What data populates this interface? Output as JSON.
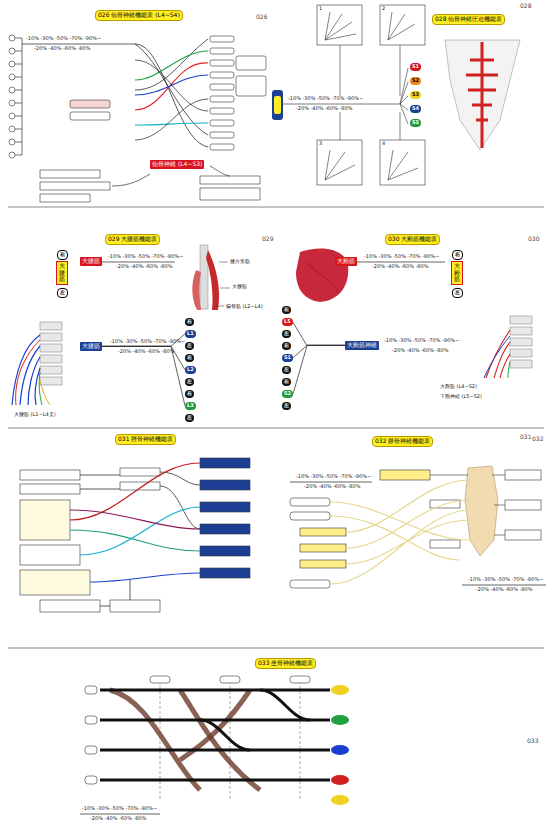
{
  "diagram": {
    "nodes": [
      {
        "text": [
          "026 仙骨神経機能表 (L4~S4)"
        ]
      },
      {
        "text": [
          "仙骨神経 (L4~S3)"
        ]
      },
      {
        "text": [
          "028 仙骨神経圧迫機能表"
        ]
      },
      {
        "text": [
          "S1"
        ]
      },
      {
        "text": [
          "S2"
        ]
      },
      {
        "text": [
          "S3"
        ]
      },
      {
        "text": [
          "S4"
        ]
      },
      {
        "text": [
          "S5"
        ]
      },
      {
        "text": [
          "029 大腰筋機能表"
        ]
      },
      {
        "text": [
          "右"
        ]
      },
      {
        "text": [
          "大腰筋"
        ]
      },
      {
        "text": [
          "左"
        ]
      },
      {
        "text": [
          "大腰筋"
        ]
      },
      {
        "text": [
          "大腰筋"
        ]
      },
      {
        "text": [
          "右"
        ]
      },
      {
        "text": [
          "L1"
        ]
      },
      {
        "text": [
          "左"
        ]
      },
      {
        "text": [
          "右"
        ]
      },
      {
        "text": [
          "L2"
        ]
      },
      {
        "text": [
          "左"
        ]
      },
      {
        "text": [
          "右"
        ]
      },
      {
        "text": [
          "L3"
        ]
      },
      {
        "text": [
          "左"
        ]
      },
      {
        "text": [
          "030 大殿筋機能表"
        ]
      },
      {
        "text": [
          "大殿筋"
        ]
      },
      {
        "text": [
          "右"
        ]
      },
      {
        "text": [
          "大殿筋"
        ]
      },
      {
        "text": [
          "左"
        ]
      },
      {
        "text": [
          "大殿筋神経"
        ]
      },
      {
        "text": [
          "右"
        ]
      },
      {
        "text": [
          "L5"
        ]
      },
      {
        "text": [
          "左"
        ]
      },
      {
        "text": [
          "右"
        ]
      },
      {
        "text": [
          "S1"
        ]
      },
      {
        "text": [
          "左"
        ]
      },
      {
        "text": [
          "右"
        ]
      },
      {
        "text": [
          "S2"
        ]
      },
      {
        "text": [
          "左"
        ]
      },
      {
        "text": [
          "031 脛骨神経機能表"
        ]
      },
      {
        "text": [
          "032 腓骨神経機能表"
        ]
      },
      {
        "text": [
          "033 坐骨神経機能表"
        ]
      }
    ],
    "edges": [
      {
        "from": 13,
        "to": 15,
        "arrow": "none"
      },
      {
        "from": 13,
        "to": 18,
        "arrow": "none"
      },
      {
        "from": 13,
        "to": 21,
        "arrow": "none"
      },
      {
        "from": 28,
        "to": 30,
        "arrow": "none"
      },
      {
        "from": 28,
        "to": 33,
        "arrow": "none"
      },
      {
        "from": 28,
        "to": 36,
        "arrow": "none"
      }
    ],
    "labels": [
      "026",
      "028",
      "029",
      "030",
      "031",
      "032",
      "033",
      "-10% -30% -50% -70% -90%~",
      "-20% -40% -60% -80%",
      "-10% -30% -50% -70% -90%~",
      "-20% -40% -60% -80%",
      "-10% -30% -50% -70% -90%~",
      "-20% -40% -60% -80%",
      "-10% -30% -50% -70% -90%~",
      "-20% -40% -60% -80%",
      "-10% -30% -50% -70% -90%~",
      "-20% -40% -60% -80%",
      "-10% -30% -50% -70% -90%~",
      "-20% -40% -60% -80%",
      "-10% -30% -50% -70% -90%~",
      "-20% -40% -60% -80%",
      "-10% -30% -50% -70% -90%~",
      "-20% -40% -60% -80%",
      "-10% -30% -50% -70% -90%~",
      "-20% -40% -60% -80%",
      "1",
      "2",
      "3",
      "4",
      "腰方形筋",
      "大腰筋",
      "腸骨筋 (L2~L4)",
      "大腰筋 (L1~L4支)",
      "大殿筋 (L4~S2)",
      "下殿神経 (L5~S2)"
    ]
  }
}
